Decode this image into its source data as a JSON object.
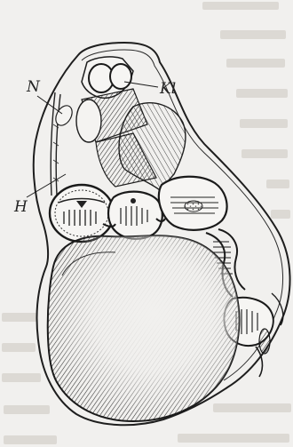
{
  "figure": {
    "labels": {
      "n": "N",
      "kl": "Kl",
      "h": "H"
    }
  },
  "colors": {
    "ink": "#222222",
    "paper": "#f1f0ee",
    "ghost_text": "#d9d6d1"
  }
}
